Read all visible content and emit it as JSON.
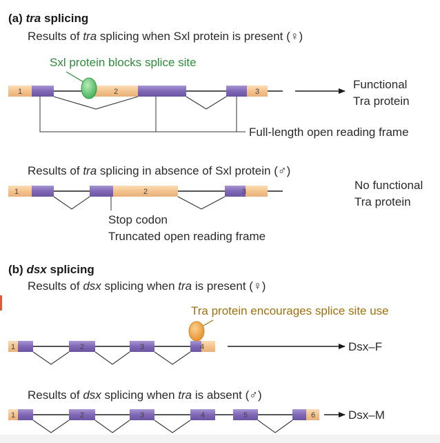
{
  "section_a": {
    "letter": "(a)",
    "gene": "tra",
    "word": "splicing",
    "female": {
      "pre": "Results of ",
      "gene": "tra",
      "post": " splicing when Sxl protein is present (",
      "symbol": "♀",
      "close": ")",
      "annotation": "Sxl protein blocks splice site",
      "exons": [
        "1",
        "2",
        "3"
      ],
      "result_line1": "Functional",
      "result_line2": "Tra protein",
      "orf_label": "Full-length open reading frame"
    },
    "male": {
      "pre": "Results of ",
      "gene": "tra",
      "post": " splicing in absence of Sxl protein (",
      "symbol": "♂",
      "close": ")",
      "exons": [
        "1",
        "2",
        "3"
      ],
      "result_line1": "No functional",
      "result_line2": "Tra protein",
      "stop_label": "Stop codon",
      "truncated_label": "Truncated open reading frame"
    }
  },
  "section_b": {
    "letter": "(b)",
    "gene": "dsx",
    "word": "splicing",
    "female": {
      "pre": "Results of ",
      "gene": "dsx",
      "post": " splicing when ",
      "gene2": "tra",
      "post2": " is present (",
      "symbol": "♀",
      "close": ")",
      "annotation": "Tra protein encourages splice site use",
      "exons": [
        "1",
        "2",
        "3",
        "4"
      ],
      "result": "Dsx–F"
    },
    "male": {
      "pre": "Results of ",
      "gene": "dsx",
      "post": " splicing when ",
      "gene2": "tra",
      "post2": " is absent (",
      "symbol": "♂",
      "close": ")",
      "exons": [
        "1",
        "2",
        "3",
        "4",
        "5",
        "6"
      ],
      "result": "Dsx–M"
    }
  },
  "colors": {
    "exon_orange": "#f6c995",
    "exon_purple": "#8a73bd",
    "sxl_green": "#5cc46b",
    "tra_orange": "#f2a54a",
    "annotation_green": "#2e8b3a",
    "annotation_tan": "#a0700e"
  }
}
